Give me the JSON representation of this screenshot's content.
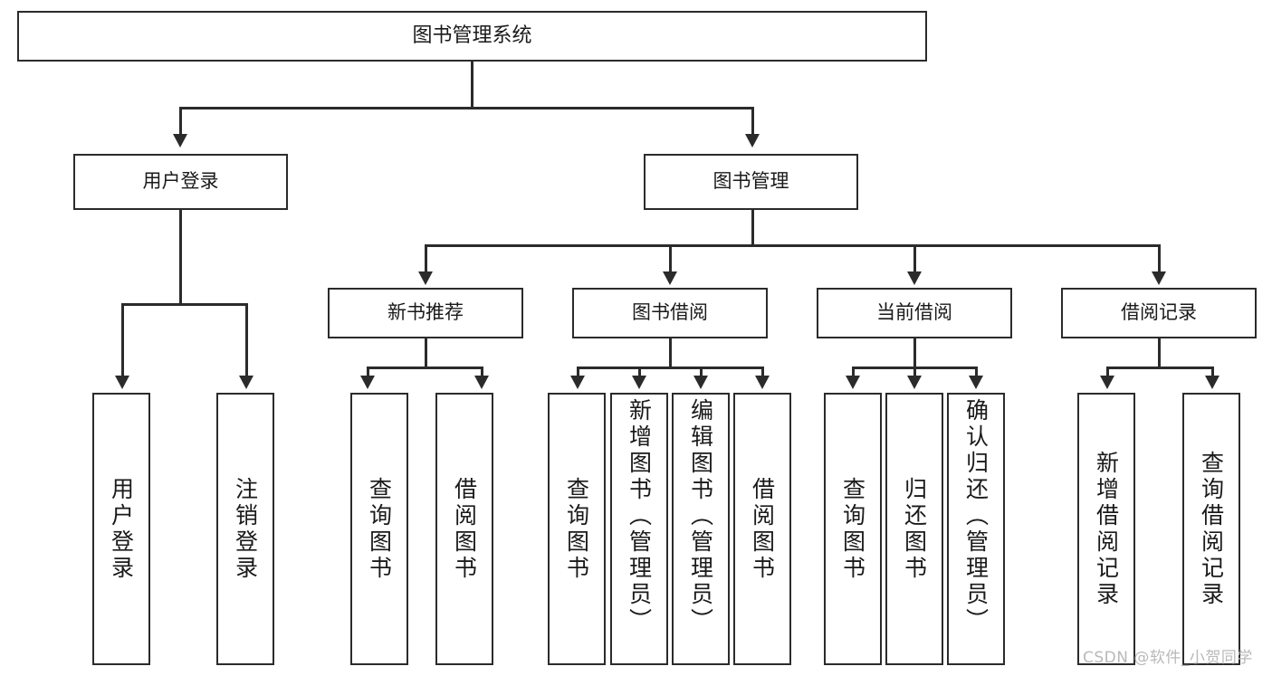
{
  "diagram": {
    "title": "图书管理系统",
    "type": "hierarchy-tree",
    "root": {
      "label": "图书管理系统"
    },
    "level2": [
      {
        "label": "用户登录"
      },
      {
        "label": "图书管理"
      }
    ],
    "level3": [
      {
        "label": "新书推荐"
      },
      {
        "label": "图书借阅"
      },
      {
        "label": "当前借阅"
      },
      {
        "label": "借阅记录"
      }
    ],
    "leaves": {
      "login": [
        {
          "label": "用户登录"
        },
        {
          "label": "注销登录"
        }
      ],
      "new_recommend": [
        {
          "label": "查询图书"
        },
        {
          "label": "借阅图书"
        }
      ],
      "book_borrow": [
        {
          "label": "查询图书"
        },
        {
          "label": "新增图书（管理员）"
        },
        {
          "label": "编辑图书（管理员）"
        },
        {
          "label": "借阅图书"
        }
      ],
      "current_borrow": [
        {
          "label": "查询图书"
        },
        {
          "label": "归还图书"
        },
        {
          "label": "确认归还（管理员）"
        }
      ],
      "borrow_record": [
        {
          "label": "新增借阅记录"
        },
        {
          "label": "查询借阅记录"
        }
      ]
    }
  },
  "watermark": {
    "text": "CSDN @软件_小贺同学"
  },
  "colors": {
    "stroke": "#2b2b2b",
    "background": "#ffffff",
    "text": "#1a1a1a",
    "watermark": "#b9b9b9"
  }
}
